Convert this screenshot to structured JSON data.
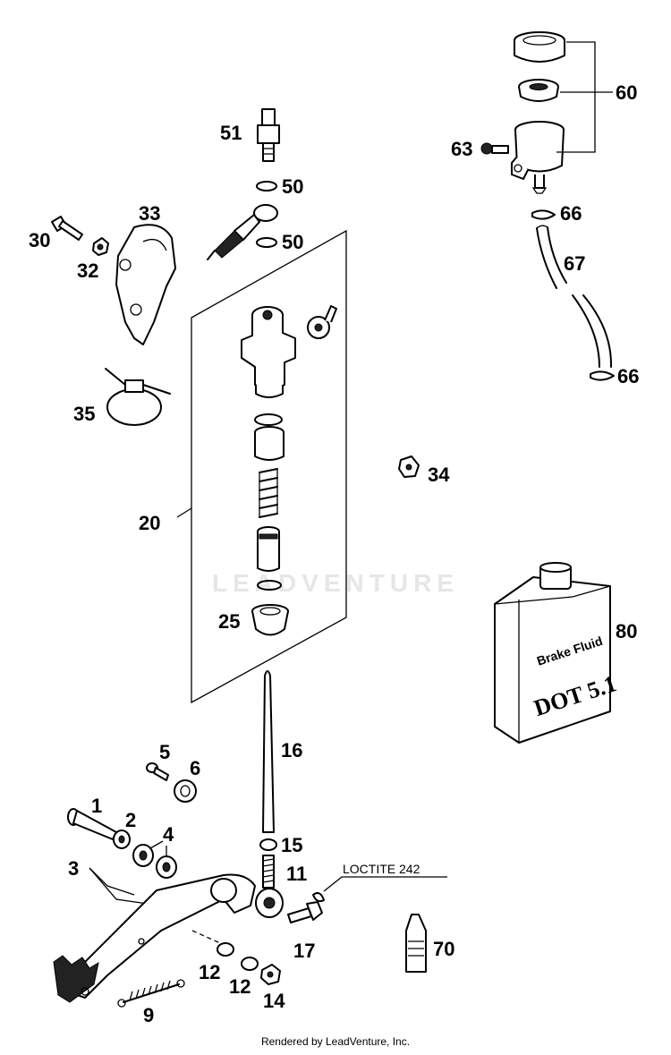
{
  "callouts": [
    "1",
    "2",
    "3",
    "4",
    "5",
    "6",
    "9",
    "11",
    "12",
    "12",
    "14",
    "15",
    "16",
    "17",
    "20",
    "25",
    "30",
    "32",
    "33",
    "34",
    "35",
    "50",
    "50",
    "51",
    "60",
    "63",
    "66",
    "66",
    "67",
    "70",
    "80"
  ],
  "note": "LOCTITE 242",
  "bottle": {
    "line1": "Brake Fluid",
    "line2": "DOT 5.1"
  },
  "watermark": "LEADVENTURE",
  "footer": "Rendered by LeadVenture, Inc."
}
